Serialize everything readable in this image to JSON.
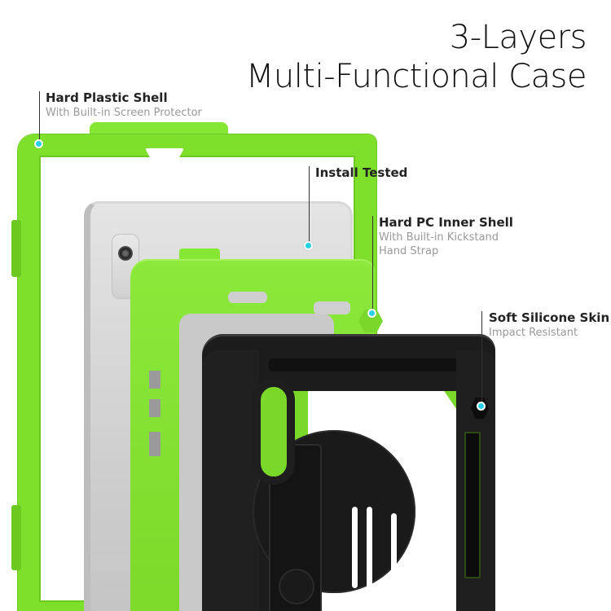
{
  "headline": {
    "line1": "3-Layers",
    "line2": "Multi-Functional Case"
  },
  "callouts": [
    {
      "id": "hard-plastic-shell",
      "title": "Hard Plastic Shell",
      "lines": [
        "With Built-in Screen Protector"
      ]
    },
    {
      "id": "install-tested",
      "title": "Install Tested",
      "lines": []
    },
    {
      "id": "hard-pc-inner-shell",
      "title": "Hard PC Inner Shell",
      "lines": [
        "With Built-in Kickstand",
        "Hand Strap"
      ]
    },
    {
      "id": "soft-silicone-skin",
      "title": "Soft Silicone Skin",
      "lines": [
        "Impact Resistant"
      ]
    }
  ],
  "colors": {
    "accent_dot": "#2ad0e8",
    "case_green": "#7ee02a",
    "silicone_black": "#1c1c1c",
    "tablet_silver": "#d6d6d6",
    "heading_text": "#222222",
    "sub_text": "#999999"
  }
}
